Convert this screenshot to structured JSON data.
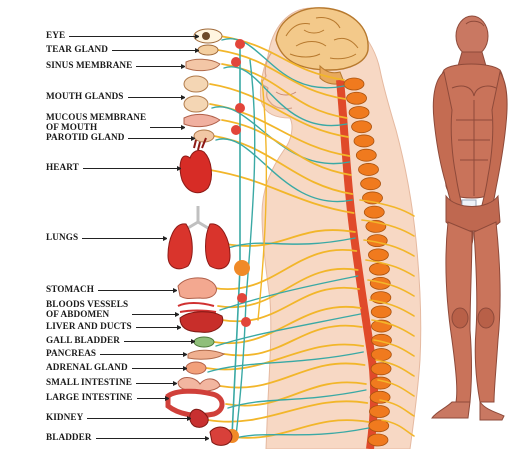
{
  "diagram": {
    "colors": {
      "nerve_yellow": "#f2b62a",
      "nerve_teal": "#3aa9a5",
      "spine_orange": "#f07a1e",
      "organ_red": "#d8322a",
      "skin": "#f7d6c1",
      "muscle": "#c8735c"
    },
    "labels": [
      {
        "key": "eye",
        "lines": [
          "EYE"
        ]
      },
      {
        "key": "tear_gland",
        "lines": [
          "TEAR GLAND"
        ]
      },
      {
        "key": "sinus_membrane",
        "lines": [
          "SINUS MEMBRANE"
        ]
      },
      {
        "key": "mouth_glands",
        "lines": [
          "MOUTH GLANDS"
        ]
      },
      {
        "key": "mucous_membrane",
        "lines": [
          "MUCOUS MEMBRANE",
          "OF MOUTH"
        ]
      },
      {
        "key": "parotid_gland",
        "lines": [
          "PAROTID GLAND"
        ]
      },
      {
        "key": "heart",
        "lines": [
          "HEART"
        ]
      },
      {
        "key": "lungs",
        "lines": [
          "LUNGS"
        ]
      },
      {
        "key": "stomach",
        "lines": [
          "STOMACH"
        ]
      },
      {
        "key": "blood_vessels",
        "lines": [
          "BLOODS VESSELS",
          "OF ABDOMEN"
        ]
      },
      {
        "key": "liver",
        "lines": [
          "LIVER AND DUCTS"
        ]
      },
      {
        "key": "gall_bladder",
        "lines": [
          "GALL BLADDER"
        ]
      },
      {
        "key": "pancreas",
        "lines": [
          "PANCREAS"
        ]
      },
      {
        "key": "adrenal_gland",
        "lines": [
          "ADRENAL GLAND"
        ]
      },
      {
        "key": "small_intestine",
        "lines": [
          "SMALL INTESTINE"
        ]
      },
      {
        "key": "large_intestine",
        "lines": [
          "LARGE INTESTINE"
        ]
      },
      {
        "key": "kidney",
        "lines": [
          "KIDNEY"
        ]
      },
      {
        "key": "bladder",
        "lines": [
          "BLADDER"
        ]
      }
    ]
  }
}
